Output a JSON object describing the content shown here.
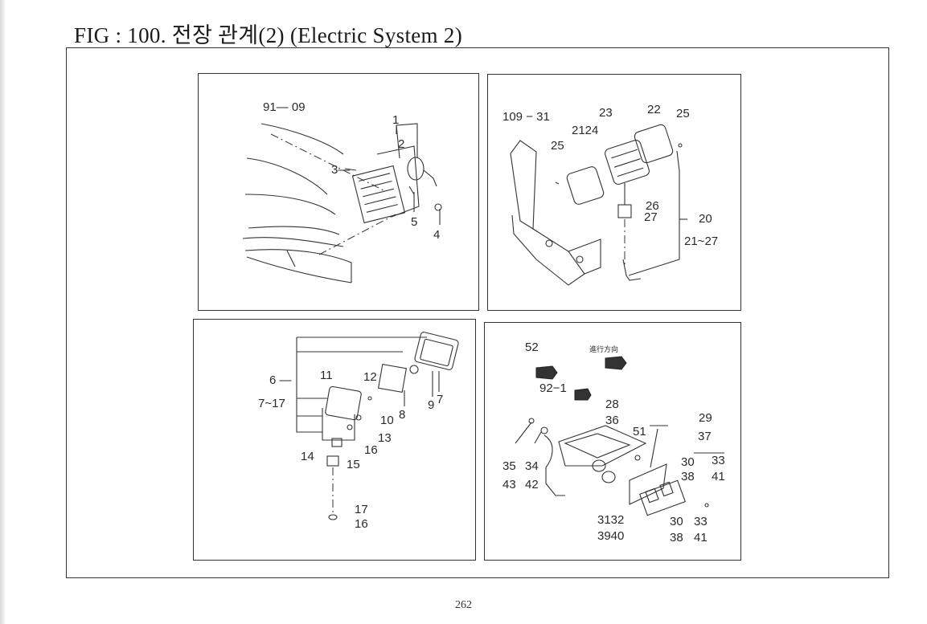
{
  "header": {
    "title": "FIG : 100. 전장 관계(2) (Electric System 2)"
  },
  "page_number": "262",
  "panels": {
    "top_left": {
      "labels": {
        "ref": "91— 09",
        "l1": "1",
        "l2": "2",
        "l3": "3—",
        "l4": "4",
        "l5": "5"
      }
    },
    "top_right": {
      "labels": {
        "ref": "109 − 31",
        "l23": "23",
        "l22": "22",
        "l25a": "25",
        "l2124": "2124",
        "l25b": "25",
        "l26": "26",
        "l27": "27",
        "l20": "20",
        "l2127": "21~27"
      }
    },
    "bottom_left": {
      "labels": {
        "l6": "6 —",
        "l717": "7~17",
        "l11": "11",
        "l12": "12",
        "l10": "10",
        "l8": "8",
        "l9": "9",
        "l7": "7",
        "l13": "13",
        "l16a": "16",
        "l14": "14",
        "l15": "15",
        "l17": "17",
        "l16b": "16"
      }
    },
    "bottom_right": {
      "labels": {
        "l52": "52",
        "note": "進行方向",
        "l921": "92−1",
        "l28": "28",
        "l36": "36",
        "l29": "29",
        "l51": "51",
        "l37": "37",
        "l30a": "30",
        "l33a": "33",
        "l38a": "38",
        "l41a": "41",
        "l35": "35",
        "l34": "34",
        "l43": "43",
        "l42": "42",
        "l3132": "3132",
        "l3940": "3940",
        "l30b": "30",
        "l33b": "33",
        "l38b": "38",
        "l41b": "41"
      }
    }
  }
}
